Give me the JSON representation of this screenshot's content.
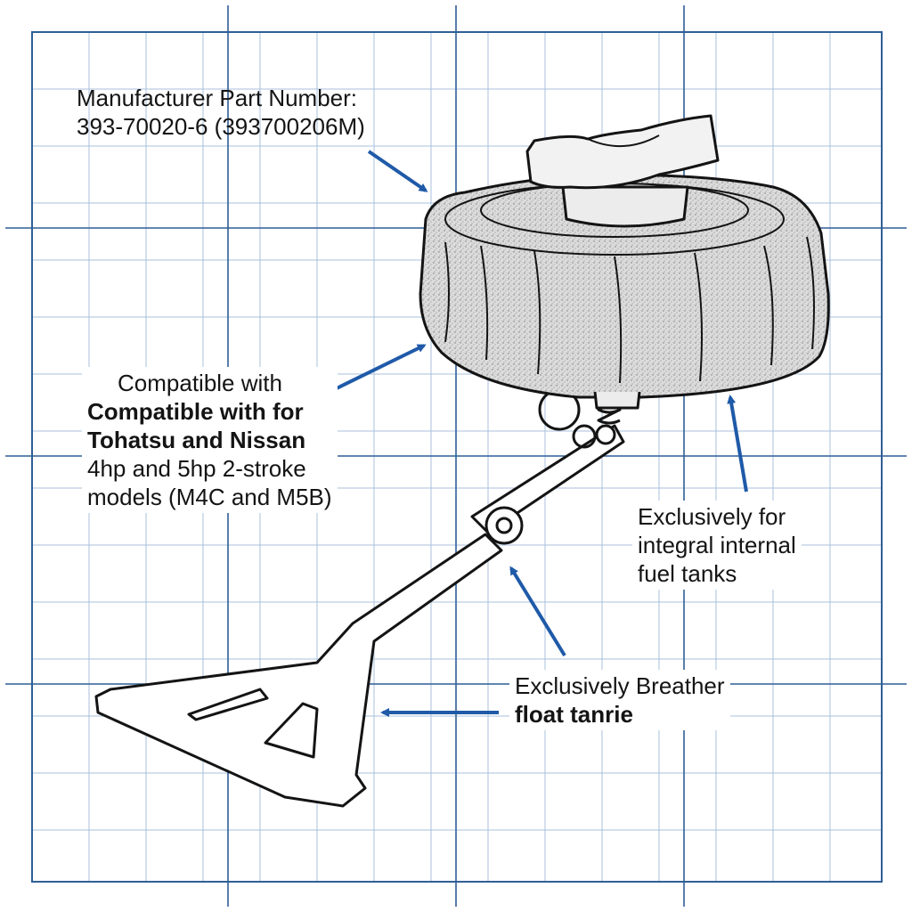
{
  "colors": {
    "grid_major": "#2f5f95",
    "grid_minor": "#a9c2de",
    "arrow": "#1f5aa8",
    "ink": "#141414",
    "cap_fill": "#d9d9d9"
  },
  "icons": {
    "cap": "fuel-cap-icon",
    "float": "breather-float-icon"
  },
  "callouts": {
    "part_number": {
      "line1": "Manufacturer Part Number:",
      "line2": "393-70020-6 (393700206M)"
    },
    "compatibility": {
      "line1": "Compatible with",
      "line2": "Compatible with for",
      "line3": "Tohatsu and Nissan",
      "line4": "4hp and 5hp 2-stroke",
      "line5": "models (M4C and M5B)"
    },
    "tanks": {
      "line1": "Exclusively for",
      "line2": "integral internal",
      "line3": "fuel tanks"
    },
    "breather": {
      "line1": "Exclusively Breather",
      "line2": "float tanrie"
    }
  }
}
